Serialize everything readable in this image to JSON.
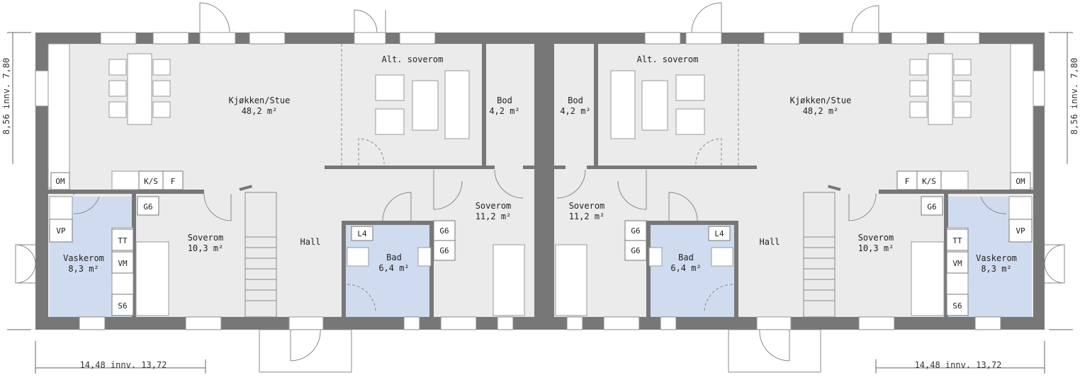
{
  "plan": {
    "rooms": {
      "kitchen_left": {
        "name": "Kjøkken/Stue",
        "area": "48,2 m²"
      },
      "kitchen_right": {
        "name": "Kjøkken/Stue",
        "area": "48,2 m²"
      },
      "alt_left": {
        "name": "Alt. soverom"
      },
      "alt_right": {
        "name": "Alt. soverom"
      },
      "bod_left": {
        "name": "Bod",
        "area": "4,2 m²"
      },
      "bod_right": {
        "name": "Bod",
        "area": "4,2 m²"
      },
      "soverom_big_left": {
        "name": "Soverom",
        "area": "11,2 m²"
      },
      "soverom_big_right": {
        "name": "Soverom",
        "area": "11,2 m²"
      },
      "soverom_small_left": {
        "name": "Soverom",
        "area": "10,3 m²"
      },
      "soverom_small_right": {
        "name": "Soverom",
        "area": "10,3 m²"
      },
      "hall_left": {
        "name": "Hall"
      },
      "hall_right": {
        "name": "Hall"
      },
      "bad_left": {
        "name": "Bad",
        "area": "6,4 m²"
      },
      "bad_right": {
        "name": "Bad",
        "area": "6,4 m²"
      },
      "vaskerom_left": {
        "name": "Vaskerom",
        "area": "8,3 m²"
      },
      "vaskerom_right": {
        "name": "Vaskerom",
        "area": "8,3 m²"
      }
    },
    "fixtures": {
      "om": "OM",
      "ks": "K/S",
      "f": "F",
      "g6": "G6",
      "vp": "VP",
      "tt": "TT",
      "vm": "VM",
      "s6": "S6",
      "l4": "L4"
    },
    "dimensions": {
      "width_left": "14,48 innv. 13,72",
      "width_right": "14,48 innv. 13,72",
      "depth_left": "8,56 innv. 7,80",
      "depth_right": "8,56 innv. 7,80"
    }
  }
}
